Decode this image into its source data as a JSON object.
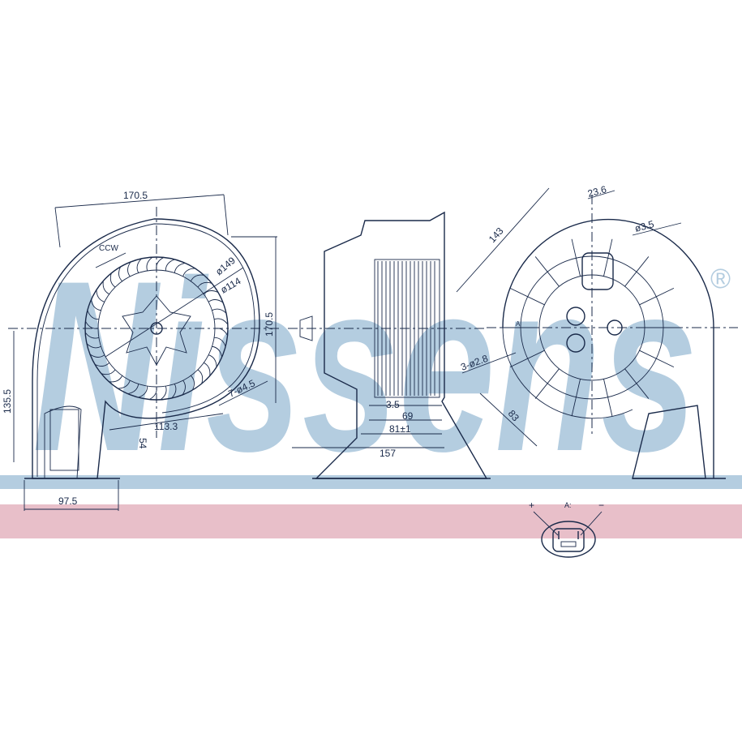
{
  "watermark": {
    "brand": "Nissens",
    "registered": "®"
  },
  "colors": {
    "band_blue": "#b4cde0",
    "band_pink": "#e8bfc9",
    "line": "#1a2a4a"
  },
  "front_view": {
    "rotation": "CCW",
    "dims": {
      "width_top": "170.5",
      "dia_outer": "ø149",
      "dia_inner": "ø114",
      "height_right": "170.5",
      "holes": "7-ø4.5",
      "offset": "113.3",
      "height_left": "135.5",
      "mount": "54",
      "base": "97.5"
    }
  },
  "side_view": {
    "dims": {
      "d1": "3.5",
      "d2": "69",
      "d3": "81±1",
      "d4": "157"
    }
  },
  "rear_view": {
    "dims": {
      "d1": "23.6",
      "d2": "143",
      "d3": "ø3.5",
      "d4": "3-ø2.8",
      "d5": "83"
    },
    "marker": "A"
  },
  "connector": {
    "plus": "+",
    "label": "A:",
    "minus": "−"
  }
}
